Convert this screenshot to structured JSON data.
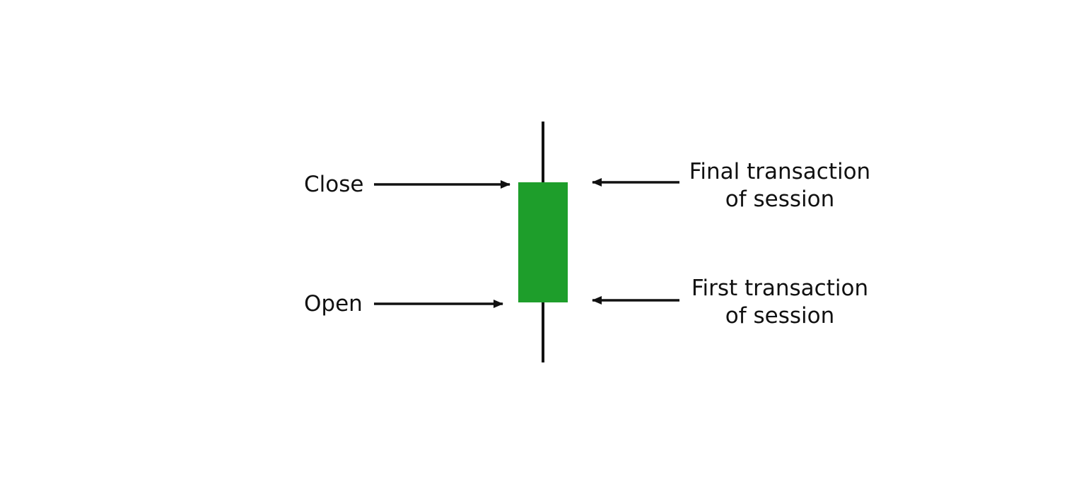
{
  "diagram": {
    "candlestick": {
      "body_color": "#1e9e2b",
      "line_color": "#111111"
    },
    "left_labels": {
      "close": "Close",
      "open": "Open"
    },
    "right_labels": {
      "final": {
        "line1": "Final transaction",
        "line2": "of session"
      },
      "first": {
        "line1": "First transaction",
        "line2": "of session"
      }
    }
  }
}
